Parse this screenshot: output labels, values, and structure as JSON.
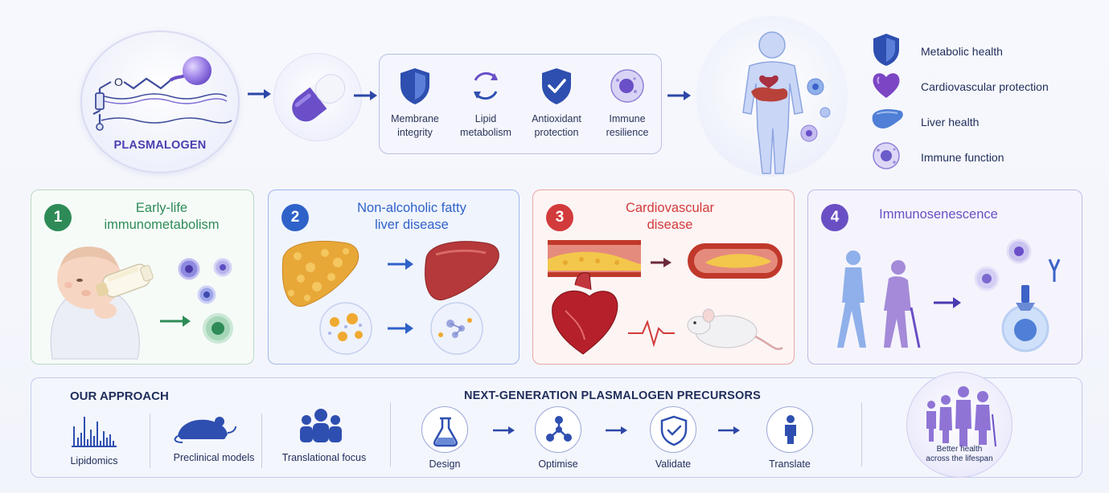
{
  "molecule": {
    "label": "PLASMALOGEN"
  },
  "mechanisms": [
    {
      "label_line1": "Membrane",
      "label_line2": "integrity",
      "icon": "shield-icon"
    },
    {
      "label_line1": "Lipid",
      "label_line2": "metabolism",
      "icon": "cycle-arrows-icon"
    },
    {
      "label_line1": "Antioxidant",
      "label_line2": "protection",
      "icon": "shield-check-icon"
    },
    {
      "label_line1": "Immune",
      "label_line2": "resilience",
      "icon": "immune-cell-icon"
    }
  ],
  "legend": [
    {
      "label": "Metabolic health",
      "icon": "shield-icon",
      "color": "#2f52b8"
    },
    {
      "label": "Cardiovascular protection",
      "icon": "heart-icon",
      "color": "#7c45c4"
    },
    {
      "label": "Liver health",
      "icon": "liver-icon",
      "color": "#4f7fd6"
    },
    {
      "label": "Immune function",
      "icon": "immune-cell-icon",
      "color": "#6a5cc9"
    }
  ],
  "cards": [
    {
      "number": "1",
      "title_line1": "Early-life",
      "title_line2": "immunometabolism",
      "color": "#2e8b57"
    },
    {
      "number": "2",
      "title_line1": "Non-alcoholic fatty",
      "title_line2": "liver disease",
      "color": "#2f62c9"
    },
    {
      "number": "3",
      "title_line1": "Cardiovascular",
      "title_line2": "disease",
      "color": "#d23b3b"
    },
    {
      "number": "4",
      "title_line1": "Immunosenescence",
      "title_line2": "",
      "color": "#6a4fc4"
    }
  ],
  "approach": {
    "title": "OUR APPROACH",
    "items": [
      {
        "label": "Lipidomics",
        "icon": "bar-chart-icon"
      },
      {
        "label": "Preclinical models",
        "icon": "mouse-icon"
      },
      {
        "label": "Translational focus",
        "icon": "people-icon"
      }
    ]
  },
  "precursors": {
    "title": "NEXT-GENERATION PLASMALOGEN PRECURSORS",
    "steps": [
      {
        "label": "Design",
        "icon": "flask-icon"
      },
      {
        "label": "Optimise",
        "icon": "molecule-icon"
      },
      {
        "label": "Validate",
        "icon": "shield-check-icon"
      },
      {
        "label": "Translate",
        "icon": "person-icon"
      }
    ]
  },
  "outcome": {
    "line1": "Better health",
    "line2": "across the lifespan"
  }
}
